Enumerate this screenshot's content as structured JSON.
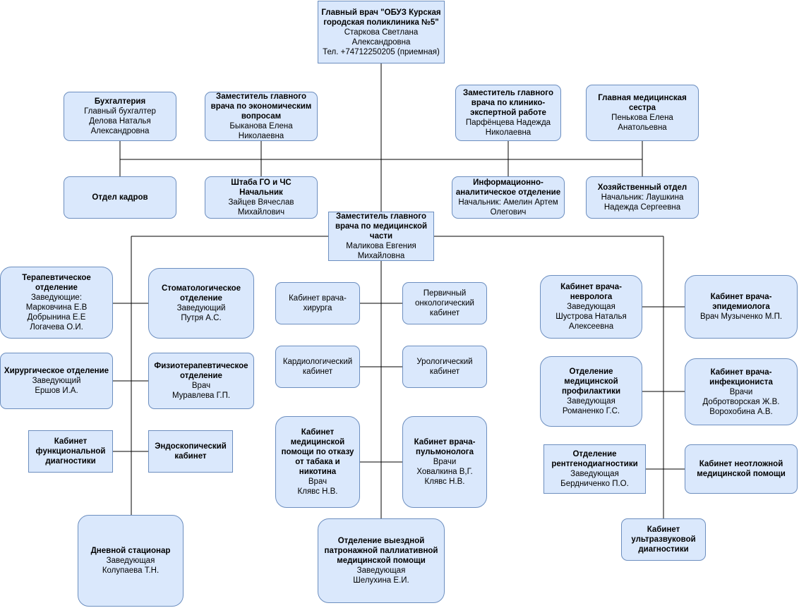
{
  "colors": {
    "box_fill": "#dae8fc",
    "box_border": "#6c8ebf",
    "connector": "#000000"
  },
  "nodes": {
    "chief": {
      "title": "Главный врач \"ОБУЗ Курская городская поликлиника №5\"",
      "lines": [
        "Старкова Светлана Александровна",
        "Тел. +74712250205 (приемная)"
      ]
    },
    "accounting": {
      "title": "Бухгалтерия",
      "lines": [
        "Главный бухгалтер",
        "Делова Наталья Александровна"
      ]
    },
    "deputy_econ": {
      "title": "Заместитель главного врача по экономическим вопросам",
      "lines": [
        "Быканова Елена Николаевна"
      ]
    },
    "deputy_expert": {
      "title": "Заместитель главного врача по клинико-экспертной работе",
      "lines": [
        "Парфёнцева Надежда Николаевна"
      ]
    },
    "head_nurse": {
      "title": "Главная медицинская сестра",
      "lines": [
        "Пенькова Елена Анатольевна"
      ]
    },
    "hr": {
      "title": "Отдел кадров",
      "lines": []
    },
    "go_chs": {
      "title": "Штаба ГО и ЧС Начальник",
      "lines": [
        "Зайцев Вячеслав Михайлович"
      ]
    },
    "info_dept": {
      "title": "Информационно-аналитическое отделение",
      "lines": [
        "Начальник: Амелин Артем Олегович"
      ]
    },
    "household": {
      "title": "Хозяйственный отдел",
      "lines": [
        "Начальник: Лаушкина Надежда Сергеевна"
      ]
    },
    "deputy_med": {
      "title": "Заместитель главного врача по медицинской части",
      "lines": [
        "Маликова Евгения Михайловна"
      ]
    },
    "therapy": {
      "title": "Терапевтическое отделение",
      "lines": [
        "Заведующие:",
        "Марковчина Е.В",
        "Добрынина Е.Е",
        "Логачева О.И."
      ]
    },
    "dental": {
      "title": "Стоматологическое отделение",
      "lines": [
        "Заведующий",
        "Путря А.С."
      ]
    },
    "surgery_dept": {
      "title": "Хирургическое отделение",
      "lines": [
        "Заведующий",
        "Ершов И.А."
      ]
    },
    "physio": {
      "title": "Физиотерапевтическое отделение",
      "lines": [
        "Врач",
        "Муравлева Г.П."
      ]
    },
    "func_diag": {
      "title": "Кабинет функциональной диагностики",
      "lines": []
    },
    "endoscopy": {
      "title": "Эндоскопический кабинет",
      "lines": []
    },
    "day_hospital": {
      "title": "Дневной стационар",
      "lines": [
        "Заведующая",
        "Колупаева Т.Н."
      ]
    },
    "surgeon_office": {
      "title": "",
      "lines": [
        "Кабинет врача-хирурга"
      ]
    },
    "oncology": {
      "title": "",
      "lines": [
        "Первичный онкологический кабинет"
      ]
    },
    "cardiology": {
      "title": "",
      "lines": [
        "Кардиологический кабинет"
      ]
    },
    "urology": {
      "title": "",
      "lines": [
        "Урологический кабинет"
      ]
    },
    "smoking": {
      "title": "Кабинет медицинской помощи по отказу от табака и никотина",
      "lines": [
        "Врач",
        "Клявс Н.В."
      ]
    },
    "pulmonology": {
      "title": "Кабинет врача-пульмонолога",
      "lines": [
        "Врачи",
        "Ховалкина В,Г.",
        "Клявс Н.В."
      ]
    },
    "palliative": {
      "title": "Отделение выездной патронажной паллиативной медицинской помощи",
      "lines": [
        "Заведующая",
        "Шелухина Е.И."
      ]
    },
    "neurology": {
      "title": "Кабинет врача-невролога",
      "lines": [
        "Заведующая",
        "Шустрова Наталья Алексеевна"
      ]
    },
    "epidemiology": {
      "title": "Кабинет врача-эпидемиолога",
      "lines": [
        "Врач Музыченко М.П."
      ]
    },
    "prevention": {
      "title": "Отделение медицинской профилактики",
      "lines": [
        "Заведующая",
        "Романенко Г.С."
      ]
    },
    "infection": {
      "title": "Кабинет врача-инфекциониста",
      "lines": [
        "Врачи",
        "Добротворская Ж.В.",
        "Ворохобина А.В."
      ]
    },
    "xray": {
      "title": "Отделение рентгенодиагностики",
      "lines": [
        "Заведующая",
        "Бердниченко П.О."
      ]
    },
    "emergency": {
      "title": "Кабинет неотложной медицинской помощи",
      "lines": []
    },
    "ultrasound": {
      "title": "Кабинет ультразвуковой диагностики",
      "lines": []
    }
  }
}
